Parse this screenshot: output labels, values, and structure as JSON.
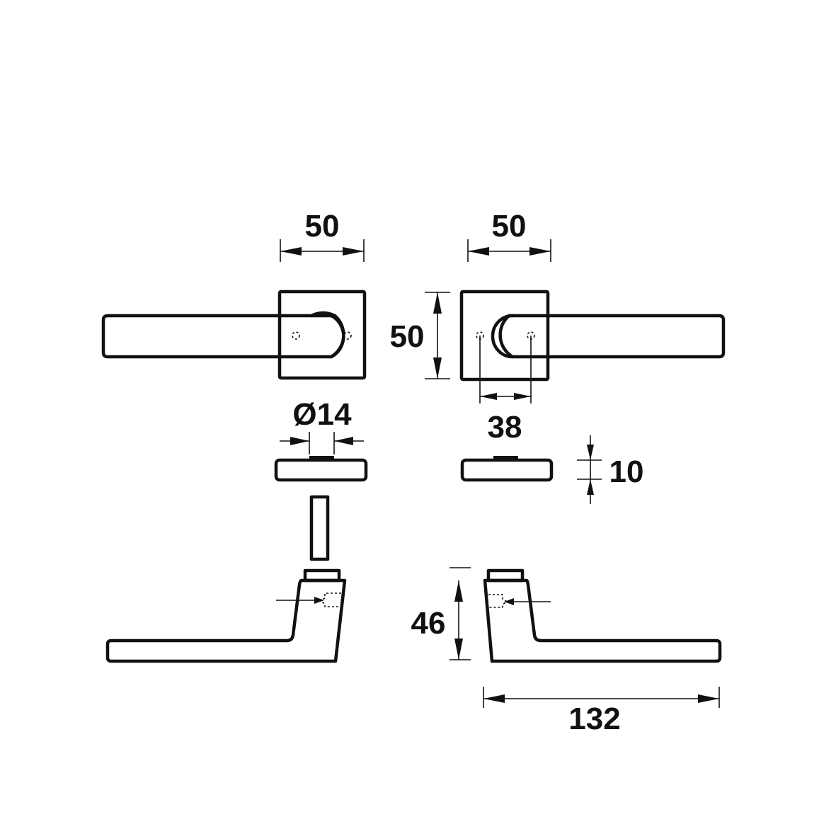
{
  "dimensions": {
    "rose_width_left": "50",
    "rose_width_right": "50",
    "rose_height": "50",
    "spindle_diameter": "Ø14",
    "fixing_hole_spacing": "38",
    "rose_thickness": "10",
    "handle_height": "46",
    "handle_length": "132"
  },
  "colors": {
    "line": "#111111",
    "background": "#ffffff"
  }
}
